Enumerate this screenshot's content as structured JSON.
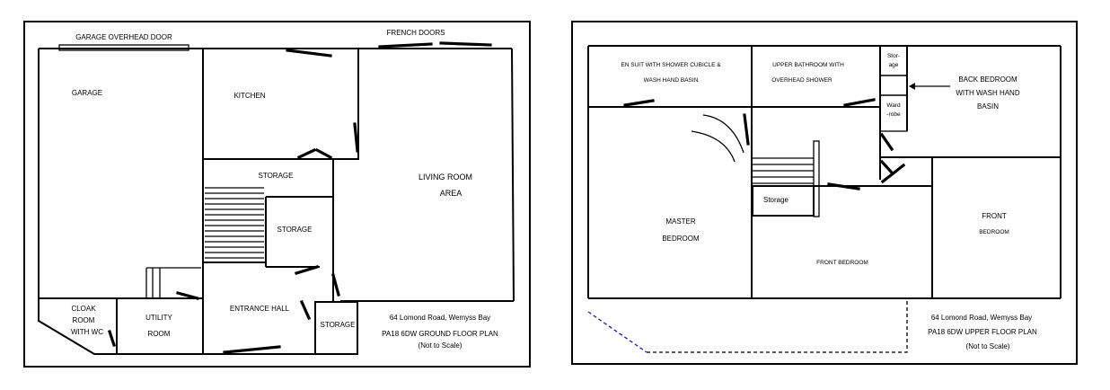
{
  "ground_floor": {
    "labels": {
      "garage_door": "GARAGE OVERHEAD DOOR",
      "french_doors": "FRENCH DOORS",
      "garage": "GARAGE",
      "kitchen": "KITCHEN",
      "storage_top": "STORAGE",
      "storage_mid": "STORAGE",
      "living_1": "LIVING ROOM",
      "living_2": "AREA",
      "cloak_1": "CLOAK",
      "cloak_2": "ROOM",
      "cloak_3": "WITH WC",
      "utility_1": "UTILITY",
      "utility_2": "ROOM",
      "entrance_hall": "ENTRANCE HALL",
      "storage_small": "STORAGE",
      "address": "64 Lomond Road, Wemyss Bay",
      "plan_title": "PA18 6DW GROUND FLOOR PLAN",
      "scale_note": "(Not to Scale)"
    }
  },
  "upper_floor": {
    "labels": {
      "ensuite_1": "EN SUIT  WITH SHOWER CUBICLE &",
      "ensuite_2": "WASH HAND BASIN",
      "bathroom_1": "UPPER BATHROOM WITH",
      "bathroom_2": "OVERHEAD SHOWER",
      "storage_tiny_1": "Stor-",
      "storage_tiny_2": "age",
      "wardrobe_1": "Ward",
      "wardrobe_2": "-robe",
      "back_bed_1": "BACK BEDROOM",
      "back_bed_2": "WITH WASH HAND",
      "back_bed_3": "BASIN",
      "master_1": "MASTER",
      "master_2": "BEDROOM",
      "storage": "Storage",
      "front_bedroom": "FRONT BEDROOM",
      "front_1": "FRONT",
      "front_2": "BEDROOM",
      "address": "64 Lomond Road, Wemyss Bay",
      "plan_title": "PA18 6DW UPPER  FLOOR PLAN",
      "scale_note": "(Not to Scale)"
    }
  },
  "colors": {
    "line": "#000000",
    "dashed_blue": "#1a1aa0"
  }
}
